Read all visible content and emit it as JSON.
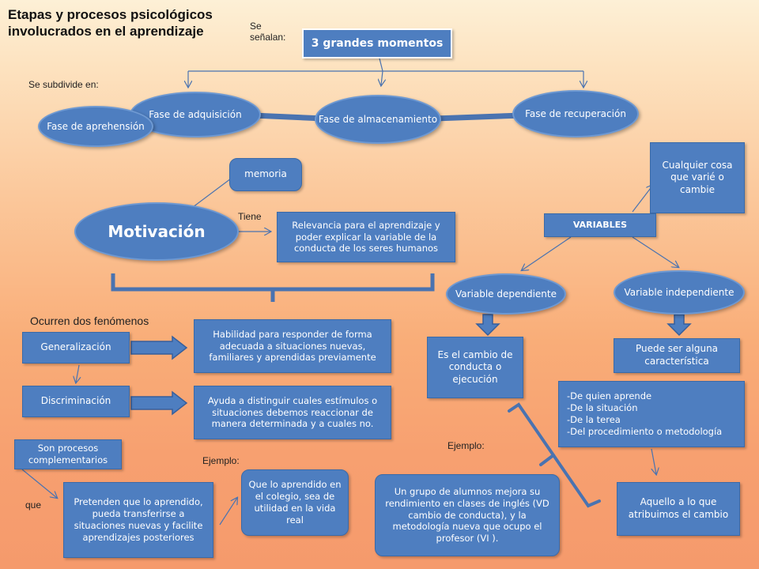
{
  "title": "Etapas y procesos psicológicos involucrados en el aprendizaje",
  "labels": {
    "se_senalan": "Se señalan:",
    "se_subdivide": "Se subdivide en:",
    "tiene": "Tiene",
    "ocurren": "Ocurren dos fenómenos",
    "ejemplo_left": "Ejemplo:",
    "ejemplo_right": "Ejemplo:",
    "que": "que"
  },
  "nodes": {
    "momentos": "3 grandes momentos",
    "adquisicion": "Fase de adquisición",
    "almacenamiento": "Fase de almacenamiento",
    "recuperacion": "Fase de recuperación",
    "aprehension": "Fase de aprehensión",
    "memoria": "memoria",
    "motivacion": "Motivación",
    "relevancia": "Relevancia para el aprendizaje y poder explicar la variable de la conducta de los seres humanos",
    "cualquier": "Cualquier cosa que varié o cambie",
    "variables": "VARIABLES",
    "var_dep": "Variable dependiente",
    "var_indep": "Variable independiente",
    "generalizacion": "Generalización",
    "habilidad": "Habilidad para responder de forma adecuada a situaciones nuevas, familiares y aprendidas previamente",
    "discriminacion": "Discriminación",
    "ayuda": "Ayuda a distinguir cuales estímulos o situaciones debemos reaccionar de manera determinada y a cuales no.",
    "es_cambio": "Es el cambio de conducta o ejecución",
    "puede_ser": "Puede ser alguna característica",
    "lista": [
      "-De quien aprende",
      "-De la situación",
      "-De la terea",
      "-Del procedimiento o metodología"
    ],
    "son_procesos": "Son procesos complementarios",
    "pretenden": "Pretenden que lo aprendido, pueda transferirse a situaciones nuevas y facilite aprendizajes posteriores",
    "que_lo": "Que lo aprendido en el colegio, sea de utilidad en la vida real",
    "grupo": "Un grupo de alumnos mejora su rendimiento en clases de inglés (VD cambio de conducta), y la metodología nueva que ocupo el profesor (VI ).",
    "aquello": "Aquello a lo que atribuimos el cambio"
  },
  "colors": {
    "node_fill": "#4e7ec0",
    "connector": "#4a73b0",
    "background_top": "#fdf0d6",
    "background_bottom": "#f59a6c"
  }
}
